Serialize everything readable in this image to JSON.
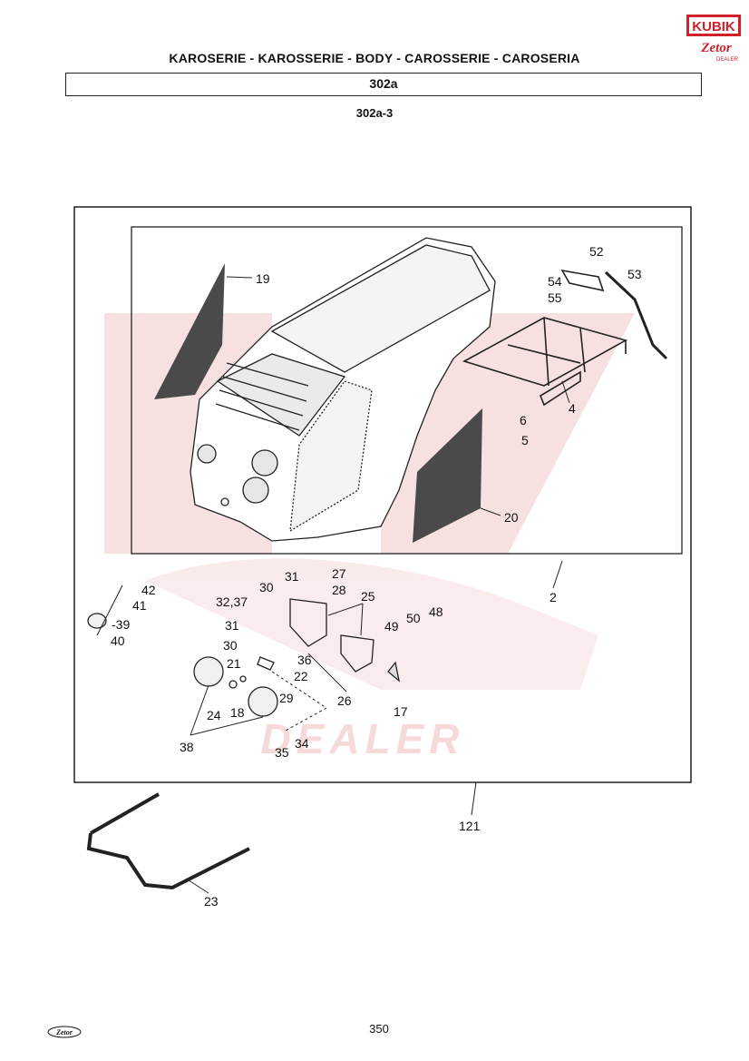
{
  "header": {
    "title": "KAROSERIE - KAROSSERIE - BODY - CAROSSERIE - CAROSERIA",
    "section": "302a",
    "subsection": "302a-3"
  },
  "logo": {
    "brand": "KUBIK",
    "sub": "Zetor",
    "tag": "DEALER",
    "accent": "#d0202a"
  },
  "footer": {
    "page": "350",
    "logo_text": "Zetor"
  },
  "watermark": {
    "text": "DEALER",
    "color": "#f3c9c9"
  },
  "callouts": [
    {
      "id": "c19",
      "text": "19"
    },
    {
      "id": "c52",
      "text": "52"
    },
    {
      "id": "c54",
      "text": "54"
    },
    {
      "id": "c53",
      "text": "53"
    },
    {
      "id": "c55",
      "text": "55"
    },
    {
      "id": "c4",
      "text": "4"
    },
    {
      "id": "c6",
      "text": "6"
    },
    {
      "id": "c5",
      "text": "5"
    },
    {
      "id": "c20",
      "text": "20"
    },
    {
      "id": "c2",
      "text": "2"
    },
    {
      "id": "c42",
      "text": "42"
    },
    {
      "id": "c41",
      "text": "41"
    },
    {
      "id": "c39",
      "text": "-39"
    },
    {
      "id": "c40",
      "text": "40"
    },
    {
      "id": "c30a",
      "text": "30"
    },
    {
      "id": "c3237",
      "text": "32,37"
    },
    {
      "id": "c31a",
      "text": "31"
    },
    {
      "id": "c27",
      "text": "27"
    },
    {
      "id": "c28",
      "text": "28"
    },
    {
      "id": "c25",
      "text": "25"
    },
    {
      "id": "c31b",
      "text": "31"
    },
    {
      "id": "c30b",
      "text": "30"
    },
    {
      "id": "c21",
      "text": "21"
    },
    {
      "id": "c36",
      "text": "36"
    },
    {
      "id": "c22",
      "text": "22"
    },
    {
      "id": "c29",
      "text": "29"
    },
    {
      "id": "c26",
      "text": "26"
    },
    {
      "id": "c49",
      "text": "49"
    },
    {
      "id": "c50",
      "text": "50"
    },
    {
      "id": "c48",
      "text": "48"
    },
    {
      "id": "c17",
      "text": "17"
    },
    {
      "id": "c24",
      "text": "24"
    },
    {
      "id": "c18",
      "text": "18"
    },
    {
      "id": "c38",
      "text": "38"
    },
    {
      "id": "c35",
      "text": "35"
    },
    {
      "id": "c34",
      "text": "34"
    },
    {
      "id": "c121",
      "text": "121"
    },
    {
      "id": "c23",
      "text": "23"
    }
  ]
}
